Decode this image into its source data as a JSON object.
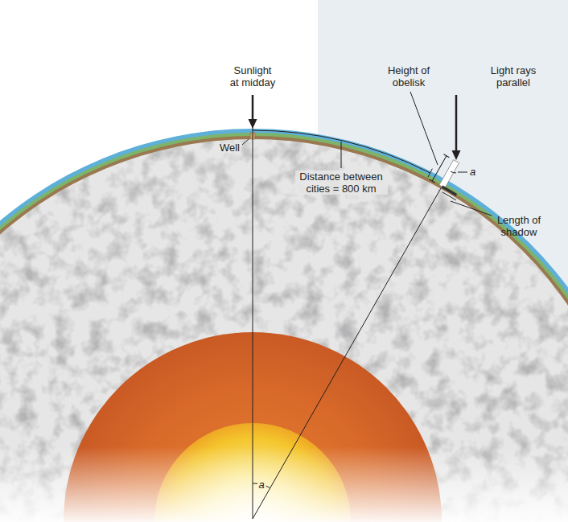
{
  "diagram": {
    "labels": [
      "Sunlight at midday",
      "Height of obelisk",
      "Light rays parallel",
      "Well",
      "Distance between cities = 800 km",
      "a",
      "Length of shadow",
      "a"
    ]
  }
}
